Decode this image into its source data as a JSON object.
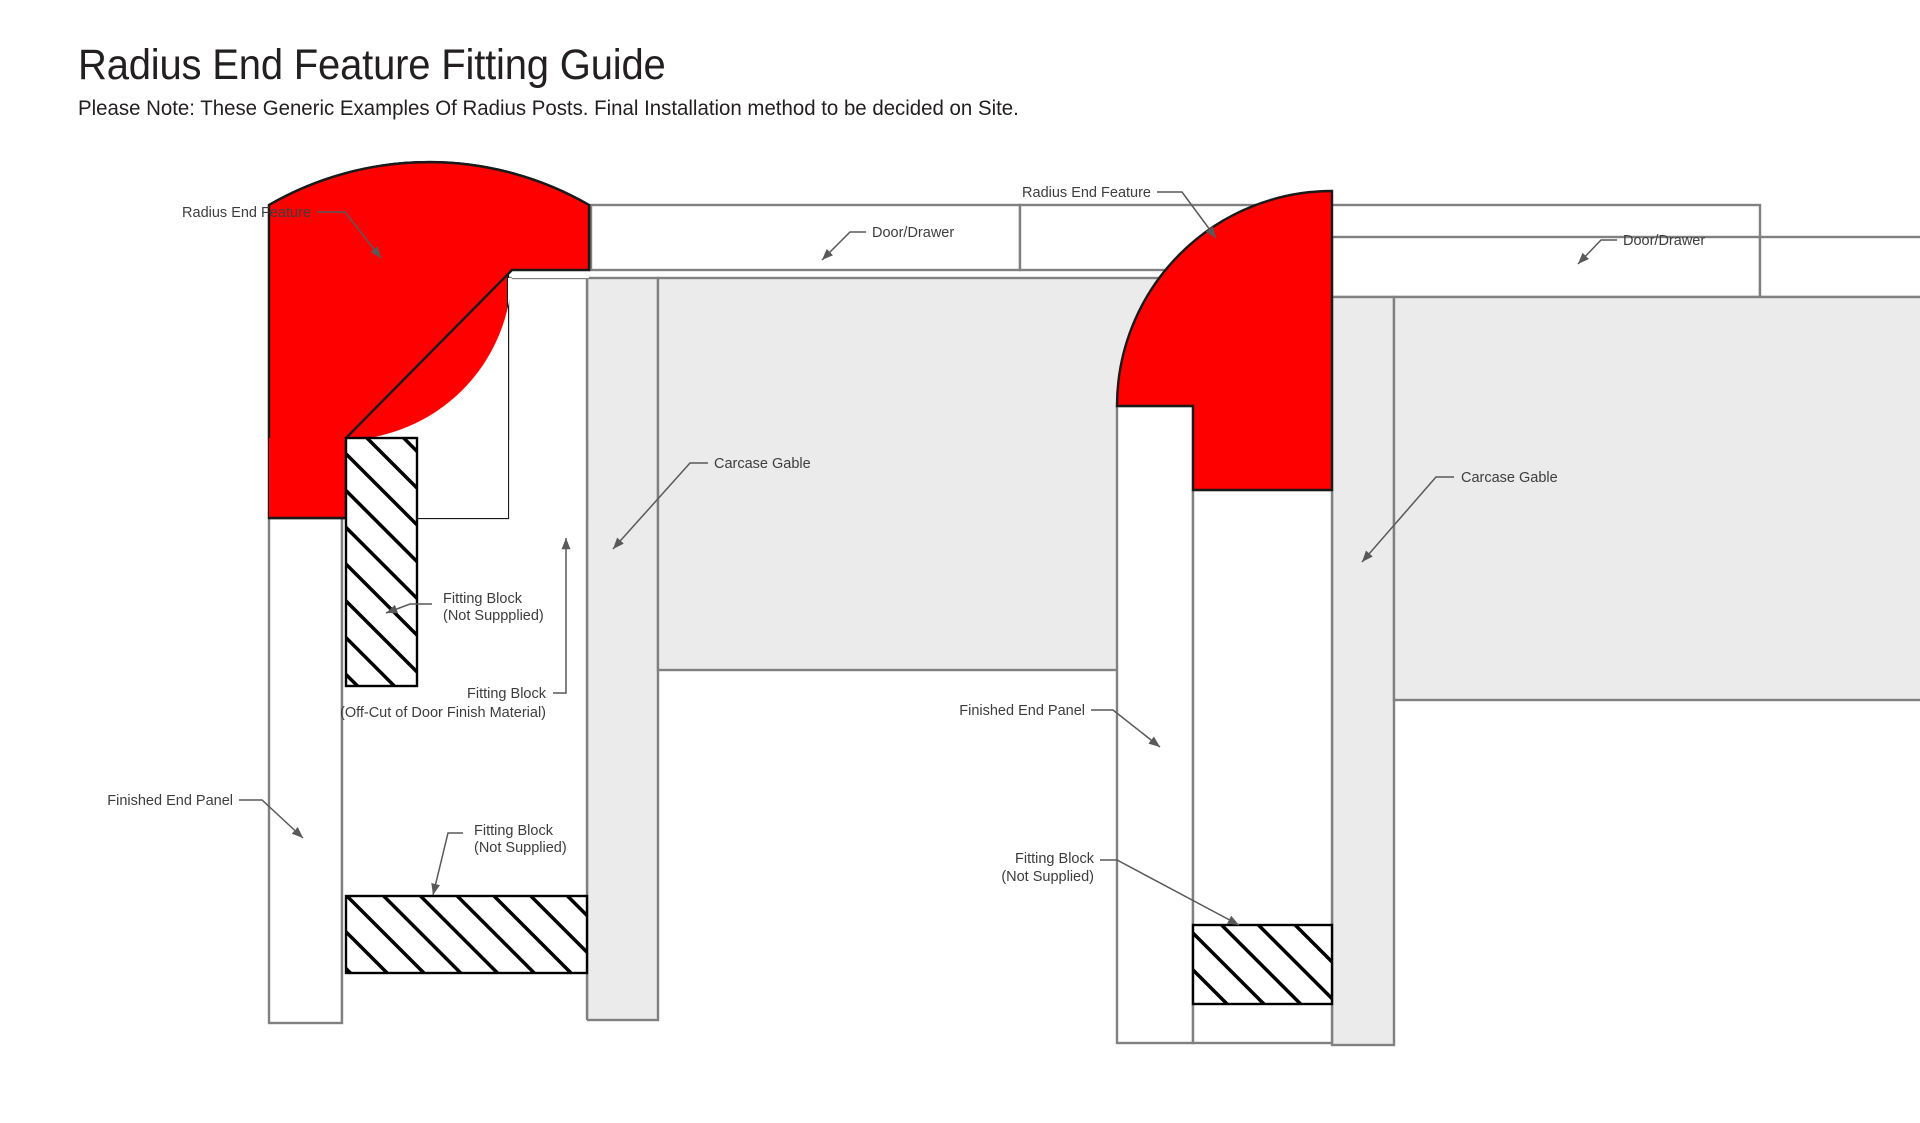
{
  "document": {
    "title": "Radius End Feature Fitting Guide",
    "subtitle": "Please Note: These Generic Examples Of Radius Posts. Final Installation method to be decided on Site."
  },
  "colors": {
    "radius_feature": "#FF0000",
    "carcase_gable": "#EBEBEB",
    "outline": "#808080",
    "hatch": "#000000",
    "text": "#231f20",
    "leader": "#595959",
    "background": "#FFFFFF"
  },
  "diagrams": [
    {
      "id": "left-diagram",
      "name": "radius-post-example-1",
      "labels": [
        {
          "id": "radius-end-feature",
          "text": "Radius End Feature",
          "lines": [
            "Radius End Feature"
          ]
        },
        {
          "id": "door-drawer",
          "text": "Door/Drawer",
          "lines": [
            "Door/Drawer"
          ]
        },
        {
          "id": "carcase-gable",
          "text": "Carcase Gable",
          "lines": [
            "Carcase Gable"
          ]
        },
        {
          "id": "fitting-block-not-supplied-upper",
          "text": "Fitting Block (Not Suppplied)",
          "lines": [
            "Fitting Block",
            "(Not Suppplied)"
          ]
        },
        {
          "id": "fitting-block-offcut",
          "text": "Fitting Block (Off-Cut of Door Finish Material)",
          "lines": [
            "Fitting Block",
            "(Off-Cut of Door Finish Material)"
          ]
        },
        {
          "id": "finished-end-panel",
          "text": "Finished End Panel",
          "lines": [
            "Finished End Panel"
          ]
        },
        {
          "id": "fitting-block-not-supplied-lower",
          "text": "Fitting Block (Not Supplied)",
          "lines": [
            "Fitting Block",
            "(Not Supplied)"
          ]
        }
      ]
    },
    {
      "id": "right-diagram",
      "name": "radius-post-example-2",
      "labels": [
        {
          "id": "radius-end-feature",
          "text": "Radius End Feature",
          "lines": [
            "Radius End Feature"
          ]
        },
        {
          "id": "door-drawer",
          "text": "Door/Drawer",
          "lines": [
            "Door/Drawer"
          ]
        },
        {
          "id": "carcase-gable",
          "text": "Carcase Gable",
          "lines": [
            "Carcase Gable"
          ]
        },
        {
          "id": "finished-end-panel",
          "text": "Finished End Panel",
          "lines": [
            "Finished End Panel"
          ]
        },
        {
          "id": "fitting-block-not-supplied",
          "text": "Fitting Block (Not Supplied)",
          "lines": [
            "Fitting Block",
            "(Not Supplied)"
          ]
        }
      ]
    }
  ],
  "left": {
    "radius_end_feature": "Radius End Feature",
    "door_drawer": "Door/Drawer",
    "carcase_gable": "Carcase Gable",
    "fitting_block_upper_l1": "Fitting Block",
    "fitting_block_upper_l2": "(Not Suppplied)",
    "fitting_block_offcut_l1": "Fitting Block",
    "fitting_block_offcut_l2": "(Off-Cut of Door Finish Material)",
    "finished_end_panel": "Finished End Panel",
    "fitting_block_lower_l1": "Fitting Block",
    "fitting_block_lower_l2": "(Not Supplied)"
  },
  "right": {
    "radius_end_feature": "Radius End Feature",
    "door_drawer": "Door/Drawer",
    "carcase_gable": "Carcase Gable",
    "finished_end_panel": "Finished End Panel",
    "fitting_block_l1": "Fitting Block",
    "fitting_block_l2": "(Not Supplied)"
  }
}
